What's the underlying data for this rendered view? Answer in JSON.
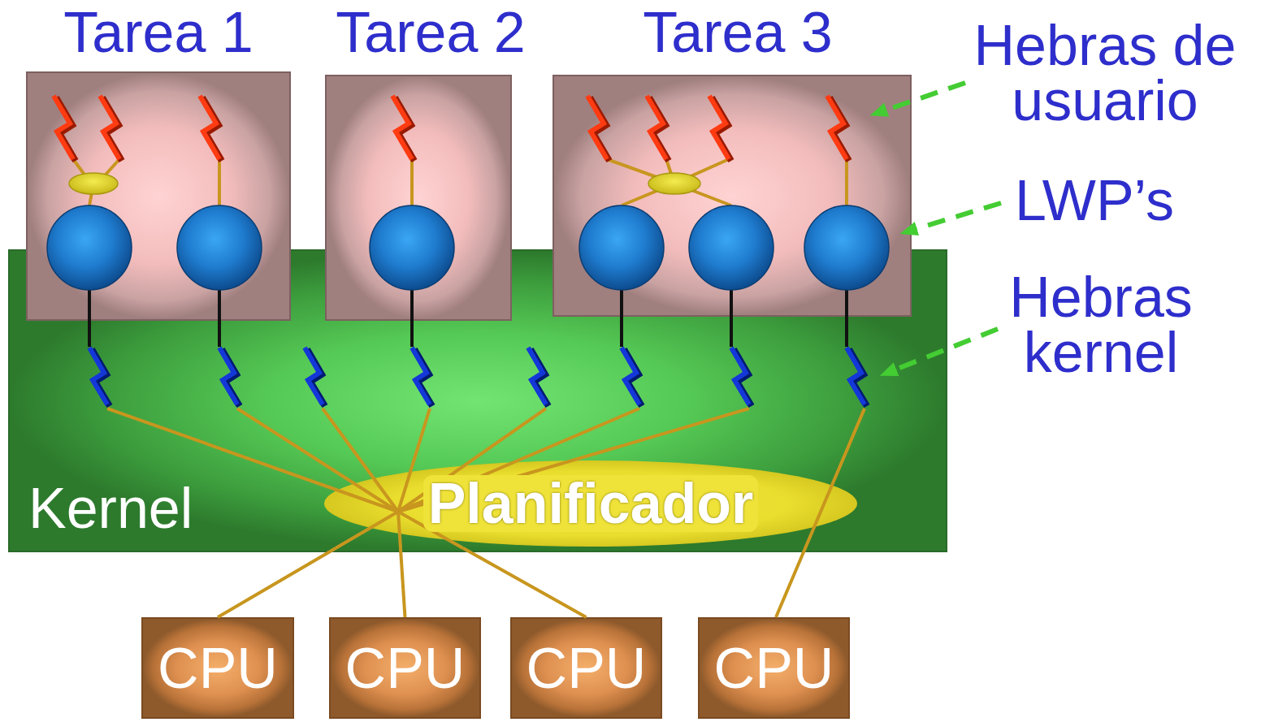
{
  "diagram": {
    "nodes": [
      {
        "text": [
          "Tarea 1"
        ]
      },
      {
        "text": [
          "Tarea 2"
        ]
      },
      {
        "text": [
          "Tarea 3"
        ]
      },
      {
        "text": [
          "Kernel"
        ]
      },
      {
        "text": [
          "Planificador"
        ],
        "in": 3
      },
      {
        "text": [
          "CPU"
        ]
      },
      {
        "text": [
          "CPU"
        ]
      },
      {
        "text": [
          "CPU"
        ]
      },
      {
        "text": [
          "CPU"
        ]
      }
    ],
    "edges": [
      {
        "from": 4,
        "to": 5,
        "arrow": "none"
      },
      {
        "from": 4,
        "to": 6,
        "arrow": "none"
      },
      {
        "from": 4,
        "to": 7,
        "arrow": "none"
      }
    ],
    "labels": [
      "Hebras de usuario",
      "LWP’s",
      "Hebras kernel"
    ]
  }
}
